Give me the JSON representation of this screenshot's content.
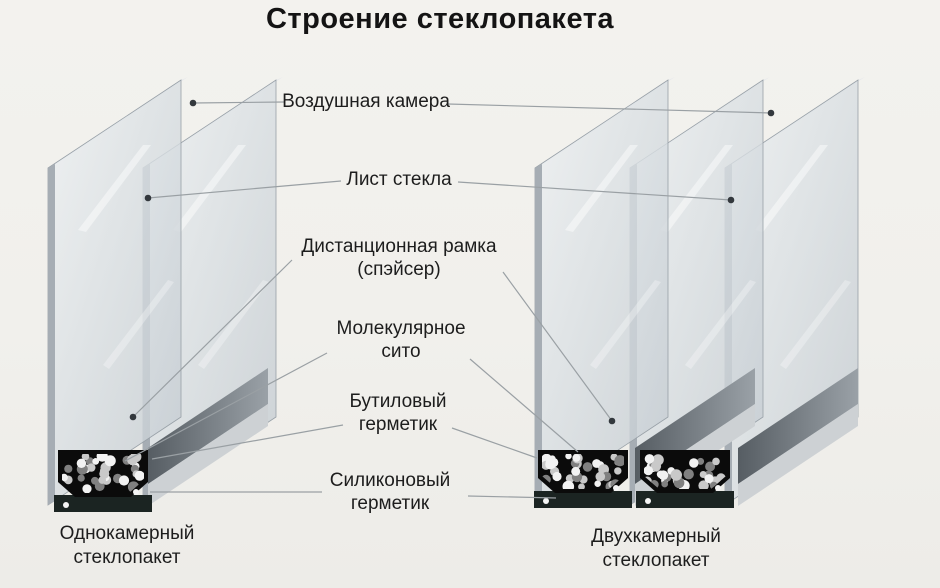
{
  "title": "Строение стеклопакета",
  "labels": {
    "air_chamber": "Воздушная камера",
    "glass_sheet": "Лист стекла",
    "spacer_frame": "Дистанционная рамка\n(спэйсер)",
    "molecular_sieve": "Молекулярное\nсито",
    "butyl_sealant": "Бутиловый\nгерметик",
    "silicone_sealant": "Силиконовый\nгерметик"
  },
  "captions": {
    "left_unit": "Однокамерный\nстеклопакет",
    "right_unit": "Двухкамерный\nстеклопакет"
  },
  "units": {
    "left_unit_panes": 2,
    "right_unit_panes": 3
  },
  "colors": {
    "background": "#f1f0ec",
    "title_text": "#141414",
    "label_text": "#1d1d1d",
    "leader_line": "#9aa0a4",
    "leader_dot": "#33383d",
    "glass_light": "#eef1f3",
    "glass_dark": "#c3cad0",
    "glass_edge": "#a6adb4",
    "spacer_bar_dark": "#565d63",
    "spacer_bar_light": "#cdd1d4",
    "sieve_background": "#0b0b0b",
    "sieve_ball_light": "#f2f2f2",
    "sieve_ball_dark": "#808080",
    "sealant_strip": "#1b2422"
  }
}
